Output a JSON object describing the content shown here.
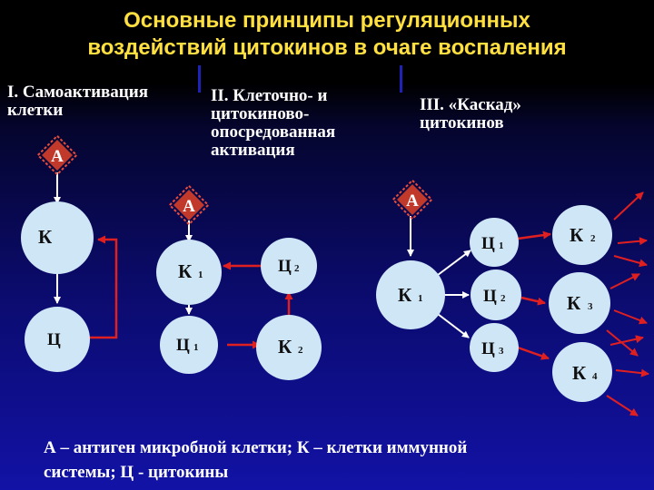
{
  "title": {
    "line1": "Основные принципы регуляционных",
    "line2": "воздействий цитокинов в очаге воспаления"
  },
  "sections": {
    "s1": {
      "line1": "I. Самоактивация",
      "line2": "клетки"
    },
    "s2": {
      "line1": "II. Клеточно- и",
      "line2": "цитокиново-",
      "line3": "опосредованная",
      "line4": "активация"
    },
    "s3": {
      "line1": "III. «Каскад»",
      "line2": "цитокинов"
    }
  },
  "nodes": {
    "s1_antigen": "А",
    "s1_cell": "К",
    "s1_cytokine": "Ц",
    "s2_antigen": "А",
    "s2_k1": "К",
    "s2_k1_sub": "1",
    "s2_c2": "Ц",
    "s2_c2_sub": "2",
    "s2_c1": "Ц",
    "s2_c1_sub": "1",
    "s2_k2": "К",
    "s2_k2_sub": "2",
    "s3_antigen": "А",
    "s3_k1": "К",
    "s3_k1_sub": "1",
    "s3_c1": "Ц",
    "s3_c1_sub": "1",
    "s3_c2": "Ц",
    "s3_c2_sub": "2",
    "s3_c3": "Ц",
    "s3_c3_sub": "3",
    "s3_k2": "К",
    "s3_k2_sub": "2",
    "s3_k3": "К",
    "s3_k3_sub": "3",
    "s3_k4": "К",
    "s3_k4_sub": "4"
  },
  "legend": {
    "line1": "А – антиген микробной клетки; К – клетки иммунной",
    "line2": "системы; Ц - цитокины"
  },
  "colors": {
    "title": "#ffe040",
    "node_fill": "#cfe6f7",
    "arrow": "#e02020",
    "connector_white": "#ffffff",
    "antigen": "#c0392b"
  }
}
